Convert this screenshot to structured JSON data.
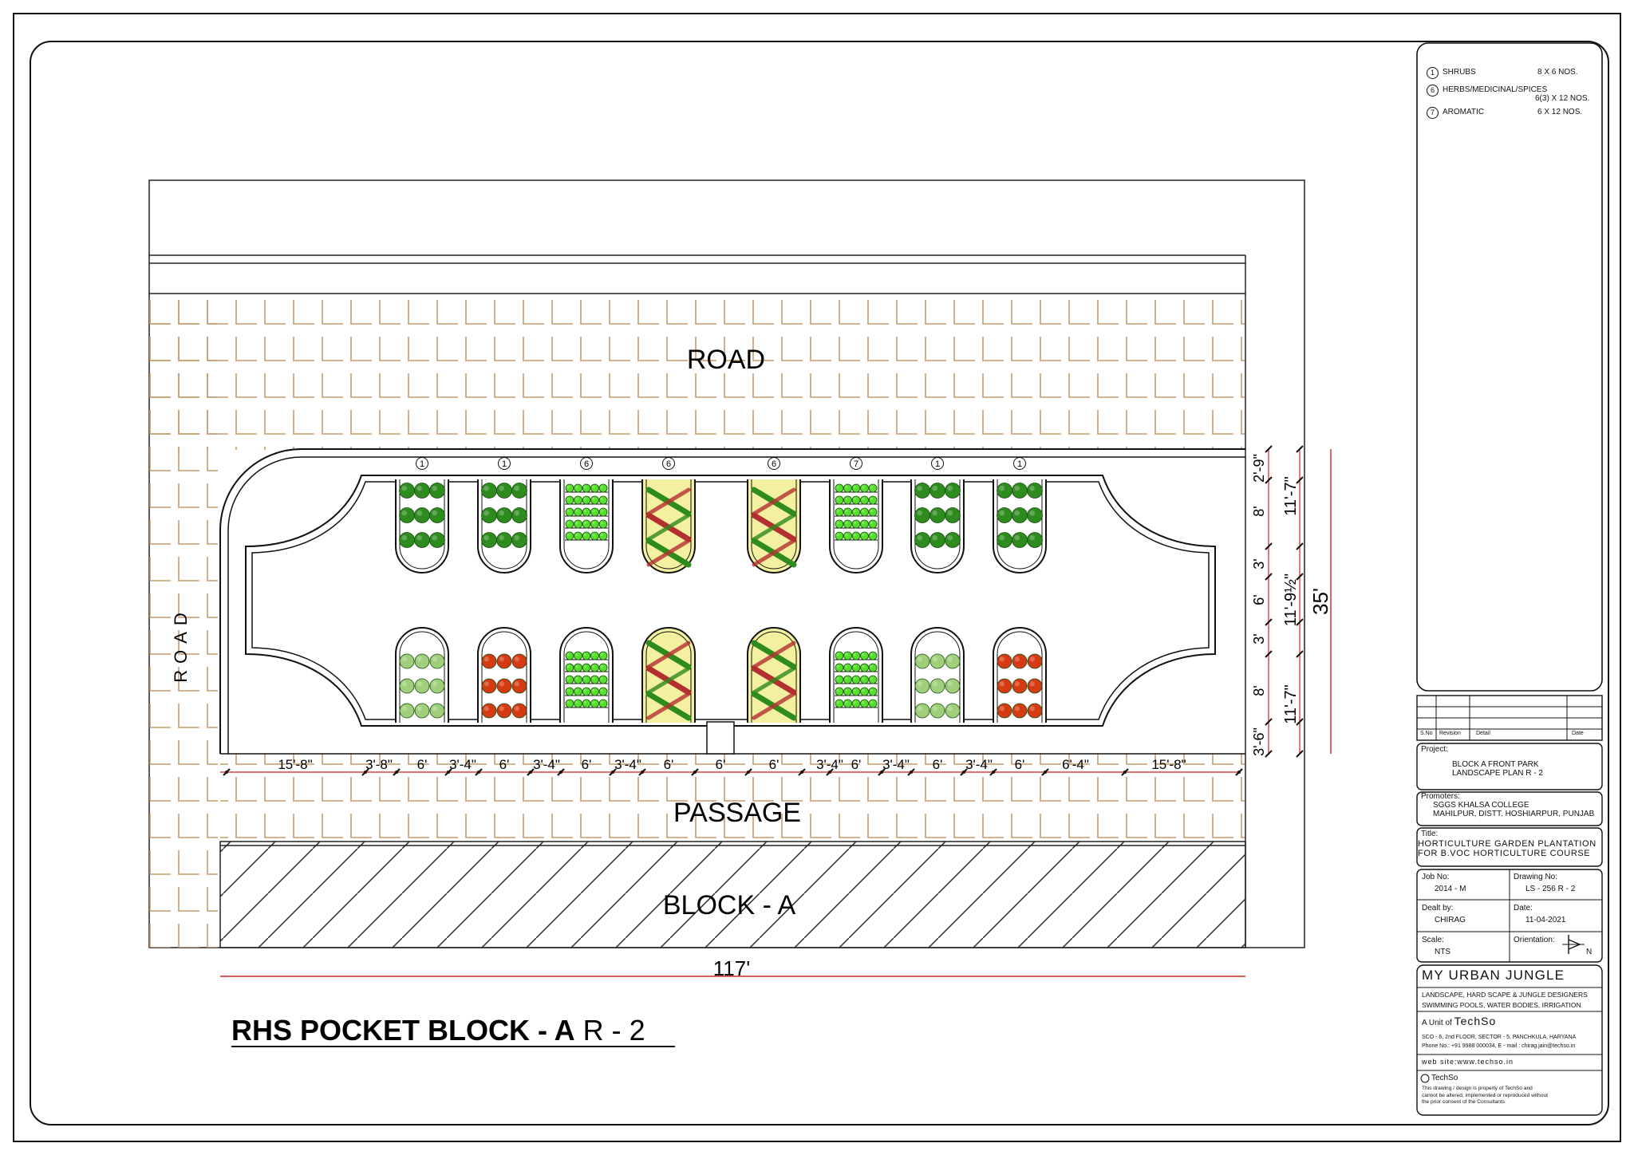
{
  "legend": [
    {
      "num": "1",
      "label": "SHRUBS",
      "qty": "8 X 6 NOS."
    },
    {
      "num": "6",
      "label": "HERBS/MEDICINAL/SPICES",
      "qty": "6(3) X 12 NOS."
    },
    {
      "num": "7",
      "label": "AROMATIC",
      "qty": "6 X 12 NOS."
    }
  ],
  "plan": {
    "road_top": "ROAD",
    "road_left": "ROAD",
    "passage": "PASSAGE",
    "block": "BLOCK - A",
    "total_width": "117'",
    "top_bed_tags": [
      "1",
      "1",
      "6",
      "6",
      "6",
      "7",
      "1",
      "1"
    ],
    "dims_bottom": [
      "15'-8\"",
      "3'-8\"",
      "6'",
      "3'-4\"",
      "6'",
      "3'-4\"",
      "6'",
      "3'-4\"",
      "6'",
      "6'",
      "6'",
      "3'-4\"",
      "6'",
      "3'-4\"",
      "6'",
      "3'-4\"",
      "6'",
      "6'-4\"",
      "15'-8\""
    ],
    "dims_right_inner": [
      "2'-9\"",
      "8'",
      "3'",
      "6'",
      "3'",
      "8'",
      "3'-6\""
    ],
    "dims_right_mid": [
      "11'-7\"",
      "11'-9½\"",
      "11'-7\""
    ],
    "dims_right_outer": "35'"
  },
  "drawing_title": {
    "main": "RHS POCKET BLOCK - A",
    "rev": " R - 2"
  },
  "title_block": {
    "rev_headers": [
      "S.No",
      "Revision",
      "Detail",
      "Date"
    ],
    "project_label": "Project:",
    "project_lines": [
      "BLOCK A FRONT PARK",
      "LANDSCAPE PLAN R - 2"
    ],
    "promoters_label": "Promoters:",
    "promoters_lines": [
      "SGGS KHALSA COLLEGE",
      "MAHILPUR, DISTT. HOSHIARPUR, PUNJAB"
    ],
    "title_label": "Title:",
    "title_lines": [
      "HORTICULTURE GARDEN PLANTATION",
      "FOR B.VOC HORTICULTURE COURSE"
    ],
    "job_label": "Job No:",
    "job_value": "2014 - M",
    "drawing_label": "Drawing No:",
    "drawing_value": "LS - 256 R - 2",
    "dealt_label": "Dealt by:",
    "dealt_value": "CHIRAG",
    "date_label": "Date:",
    "date_value": "11-04-2021",
    "scale_label": "Scale:",
    "scale_value": "NTS",
    "orientation_label": "Orientation:",
    "north": "N",
    "company": "MY URBAN JUNGLE",
    "company_lines": [
      "LANDSCAPE, HARD SCAPE & JUNGLE DESIGNERS",
      "SWIMMING POOLS, WATER BODIES, IRRIGATION"
    ],
    "unit_prefix": "A Unit of",
    "unit_name": "TechSo",
    "address": "SCO - 6, 2nd FLOOR, SECTOR - 5, PANCHKULA, HARYANA",
    "phone": "Phone No.: +91 9988 000034,   E - mail : chirag.jain@techso.in",
    "website": "web site:www.techso.in",
    "logo_text": "TechSo",
    "disclaimer_lines": [
      "This drawing / design is property of TechSo and",
      "cannot be altered, implemented or reproduced without",
      "the prior consent of the Consultants"
    ]
  },
  "colors": {
    "tile": "#c89a6a",
    "dim": "#d42020",
    "shrub": "#2e8b1e",
    "red": "#d63a12",
    "lime": "#54e02a",
    "herb": "#b43030",
    "pale": "#f3f0a0"
  }
}
